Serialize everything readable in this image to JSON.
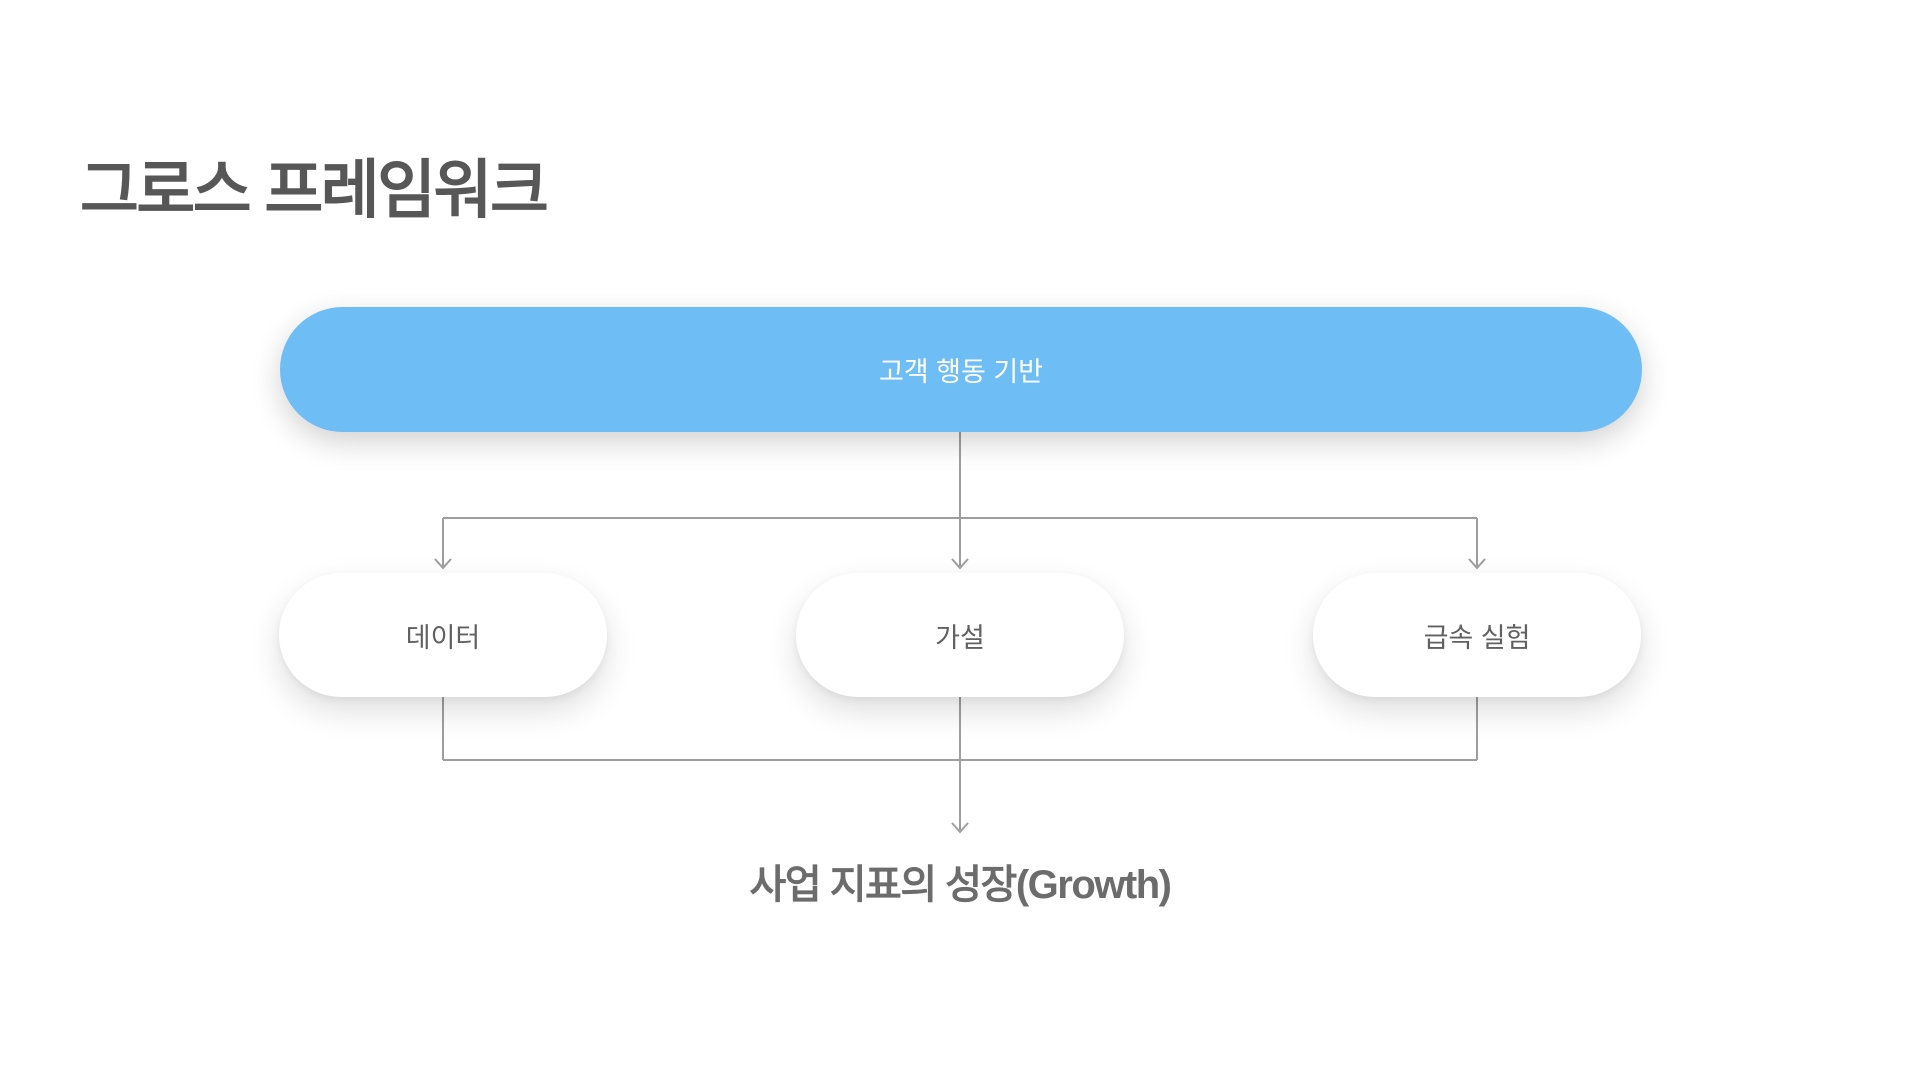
{
  "page": {
    "title": "그로스 프레임워크",
    "background_color": "#FFFFFF"
  },
  "diagram": {
    "root_node": {
      "label": "고객 행동 기반",
      "fill_color": "#6FBDF5",
      "text_color": "#FFFFFF"
    },
    "child_nodes": [
      {
        "label": "데이터"
      },
      {
        "label": "가설"
      },
      {
        "label": "급속 실험"
      }
    ],
    "outcome": {
      "label": "사업 지표의 성장(Growth)",
      "text_color": "#6C6C6C"
    },
    "connector_color": "#9E9E9E"
  }
}
